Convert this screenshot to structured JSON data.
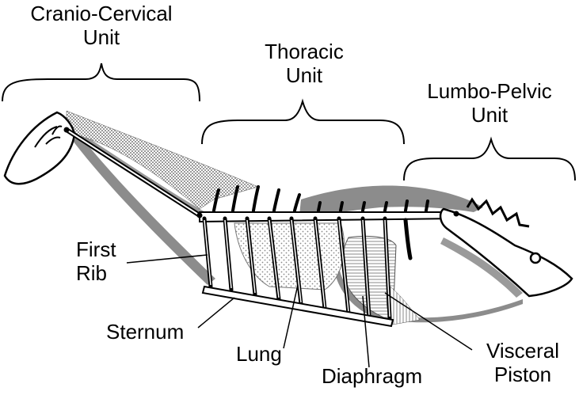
{
  "labels": {
    "cranio_cervical": [
      "Cranio-Cervical",
      "Unit"
    ],
    "thoracic": [
      "Thoracic",
      "Unit"
    ],
    "lumbo_pelvic": [
      "Lumbo-Pelvic",
      "Unit"
    ],
    "first_rib": [
      "First",
      "Rib"
    ],
    "sternum": "Sternum",
    "lung": "Lung",
    "diaphragm": "Diaphragm",
    "visceral_piston": [
      "Visceral",
      "Piston"
    ]
  },
  "colors": {
    "outline": "#000000",
    "muscle_gray": "#8c8c8c",
    "shading": "#bdbdbd",
    "background": "#ffffff"
  }
}
